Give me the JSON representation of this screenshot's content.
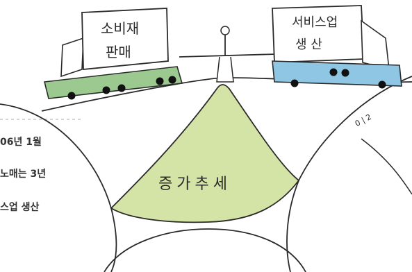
{
  "left_sign": {
    "line1": "소비재",
    "line2": "판매"
  },
  "right_sign": {
    "line1": "서비스업",
    "line2": "생 산"
  },
  "center_label": "증가추세",
  "axis_text": "0 | 2",
  "side_text": [
    "06년 1월",
    "노매는 3년",
    "스업 생산"
  ],
  "colors": {
    "left_truck": "#9cc98f",
    "right_truck": "#8ec6e3",
    "green_field": "#d4e3a6"
  }
}
